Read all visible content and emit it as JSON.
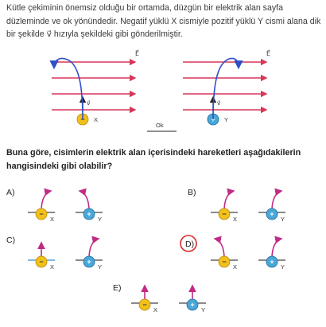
{
  "intro_text": "Kütle çekiminin önemsiz olduğu bir ortamda, düzgün bir elektrik alan sayfa düzleminde ve ok yönündedir. Negatif yüklü X cismiyle pozitif yüklü Y cismi alana dik bir şekilde v⃗ hızıyla şekildeki gibi gönderilmiştir.",
  "question_text": "Buna göre, cisimlerin elektrik alan içerisindeki hareketleri aşağıdakilerin hangisindeki gibi olabilir?",
  "diagram": {
    "field_label": "E⃗",
    "velocity_label": "v⃗",
    "ground_label": "Ok",
    "particle_x": {
      "name": "X",
      "charge": "−"
    },
    "particle_y": {
      "name": "Y",
      "charge": "+"
    }
  },
  "options": [
    {
      "letter": "A)",
      "x_path": "curve-right",
      "y_path": "curve-left"
    },
    {
      "letter": "B)",
      "x_path": "curve-right",
      "y_path": "curve-right"
    },
    {
      "letter": "C)",
      "x_path": "straight",
      "y_path": "curve-right"
    },
    {
      "letter": "D)",
      "x_path": "curve-left",
      "y_path": "curve-right"
    },
    {
      "letter": "E)",
      "x_path": "straight",
      "y_path": "straight"
    }
  ],
  "colors": {
    "field_lines": "#d8375a",
    "negative_particle": "#f2c01d",
    "positive_particle": "#49a7d8",
    "trajectory": "#c02b85",
    "handwriting_blue": "#2f4fc8",
    "handwriting_red": "#d92b2b"
  }
}
